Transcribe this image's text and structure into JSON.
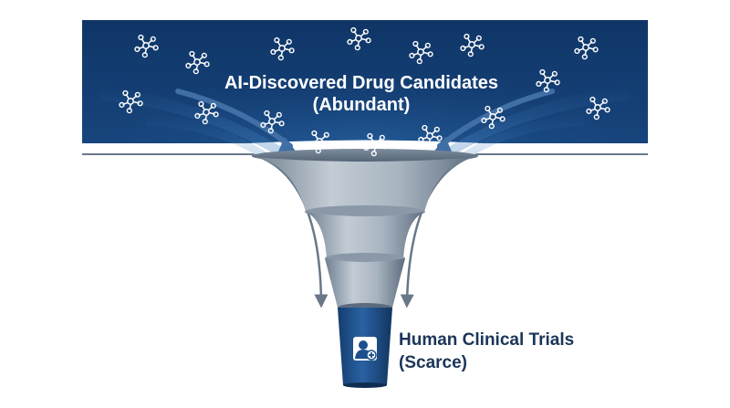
{
  "top_label": {
    "line1": "AI-Discovered Drug Candidates",
    "line2": "(Abundant)"
  },
  "bottom_label": {
    "line1": "Human Clinical Trials",
    "line2": "(Scarce)"
  },
  "icons": {
    "molecule": "molecule-icon",
    "patient": "patient-plus-icon"
  },
  "colors": {
    "banner_dark": "#0d2c58",
    "banner_mid": "#1b4f8a",
    "funnel_light": "#b4c0cb",
    "funnel_dark": "#5b6c7e",
    "spout": "#1d4f8c",
    "arrow": "#687888",
    "text_light": "#ffffff",
    "text_dark": "#1b3558"
  }
}
